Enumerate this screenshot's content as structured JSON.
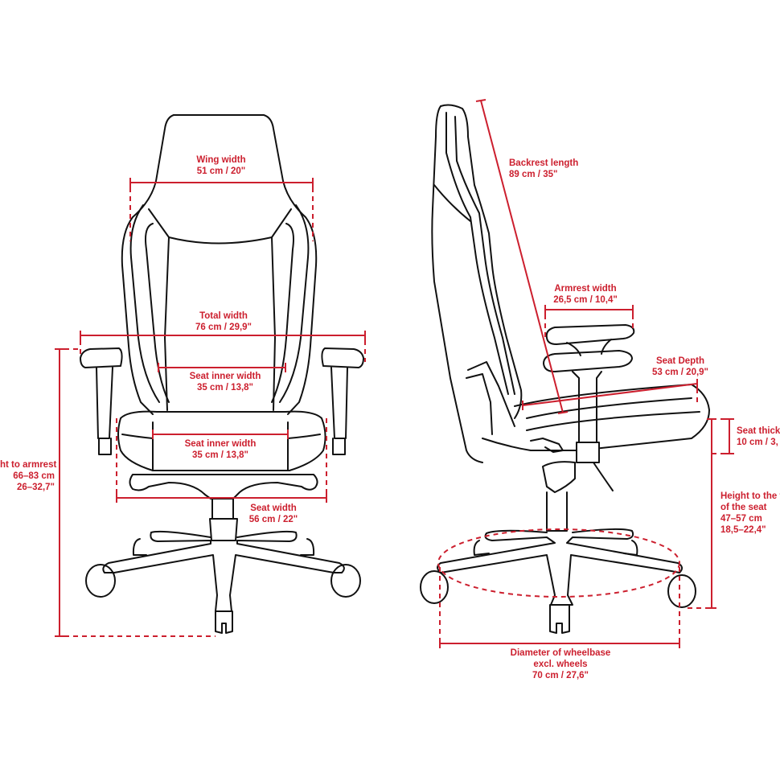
{
  "colors": {
    "dimension": "#cc1f2e",
    "outline": "#111111",
    "background": "#ffffff"
  },
  "front_view": {
    "wing_width": {
      "title": "Wing width",
      "value": "51 cm / 20\""
    },
    "total_width": {
      "title": "Total width",
      "value": "76 cm / 29,9\""
    },
    "backrest_inner_width": {
      "title": "Seat inner width",
      "value": "35 cm / 13,8\""
    },
    "seat_inner_width": {
      "title": "Seat inner width",
      "value": "35 cm / 13,8\""
    },
    "seat_width": {
      "title": "Seat width",
      "value": "56 cm / 22\""
    },
    "height_to_armrest": {
      "title": "ht to armrest",
      "value_cm": "66–83 cm",
      "value_in": "26–32,7\""
    }
  },
  "side_view": {
    "backrest_length": {
      "title": "Backrest length",
      "value": "89 cm / 35\""
    },
    "armrest_width": {
      "title": "Armrest width",
      "value": "26,5 cm / 10,4\""
    },
    "seat_depth": {
      "title": "Seat Depth",
      "value": "53 cm / 20,9\""
    },
    "seat_thickness": {
      "title": "Seat thick",
      "value": "10 cm / 3,"
    },
    "height_to_seat": {
      "title_1": "Height to the t",
      "title_2": "of the seat",
      "value_cm": "47–57 cm",
      "value_in": "18,5–22,4\""
    },
    "wheelbase_diameter": {
      "title": "Diameter of wheelbase",
      "subtitle": "excl. wheels",
      "value": "70 cm / 27,6\""
    }
  }
}
